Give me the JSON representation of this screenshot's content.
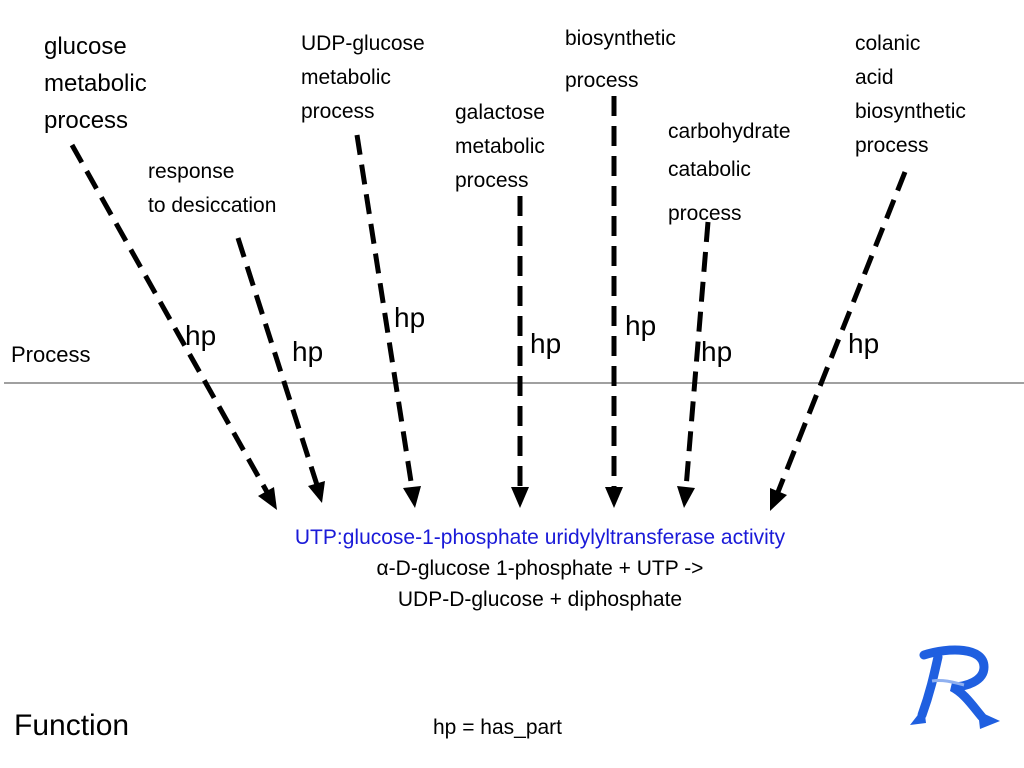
{
  "labels": {
    "glucose_metabolic": [
      "glucose",
      "metabolic",
      "process"
    ],
    "response_desiccation": [
      "response",
      "to desiccation"
    ],
    "udp_glucose": [
      "UDP-glucose",
      "metabolic",
      "process"
    ],
    "galactose": [
      "galactose",
      "metabolic",
      "process"
    ],
    "biosynthetic": [
      "biosynthetic",
      "process"
    ],
    "carbohydrate_catabolic": [
      "carbohydrate",
      "catabolic",
      "process"
    ],
    "colanic_acid": [
      "colanic",
      "acid",
      "biosynthetic",
      "process"
    ]
  },
  "relation_label": "hp",
  "process_label": "Process",
  "function_label": "Function",
  "function_node": {
    "name": "UTP:glucose-1-phosphate uridylyltransferase activity",
    "reaction_line1": "α-D-glucose 1-phosphate + UTP ->",
    "reaction_line2": "UDP-D-glucose + diphosphate"
  },
  "legend": "hp = has_part",
  "colors": {
    "function_name": "#1a1ad8",
    "arrow": "#000000",
    "divider": "#808080",
    "logo": "#1f5fe0"
  }
}
